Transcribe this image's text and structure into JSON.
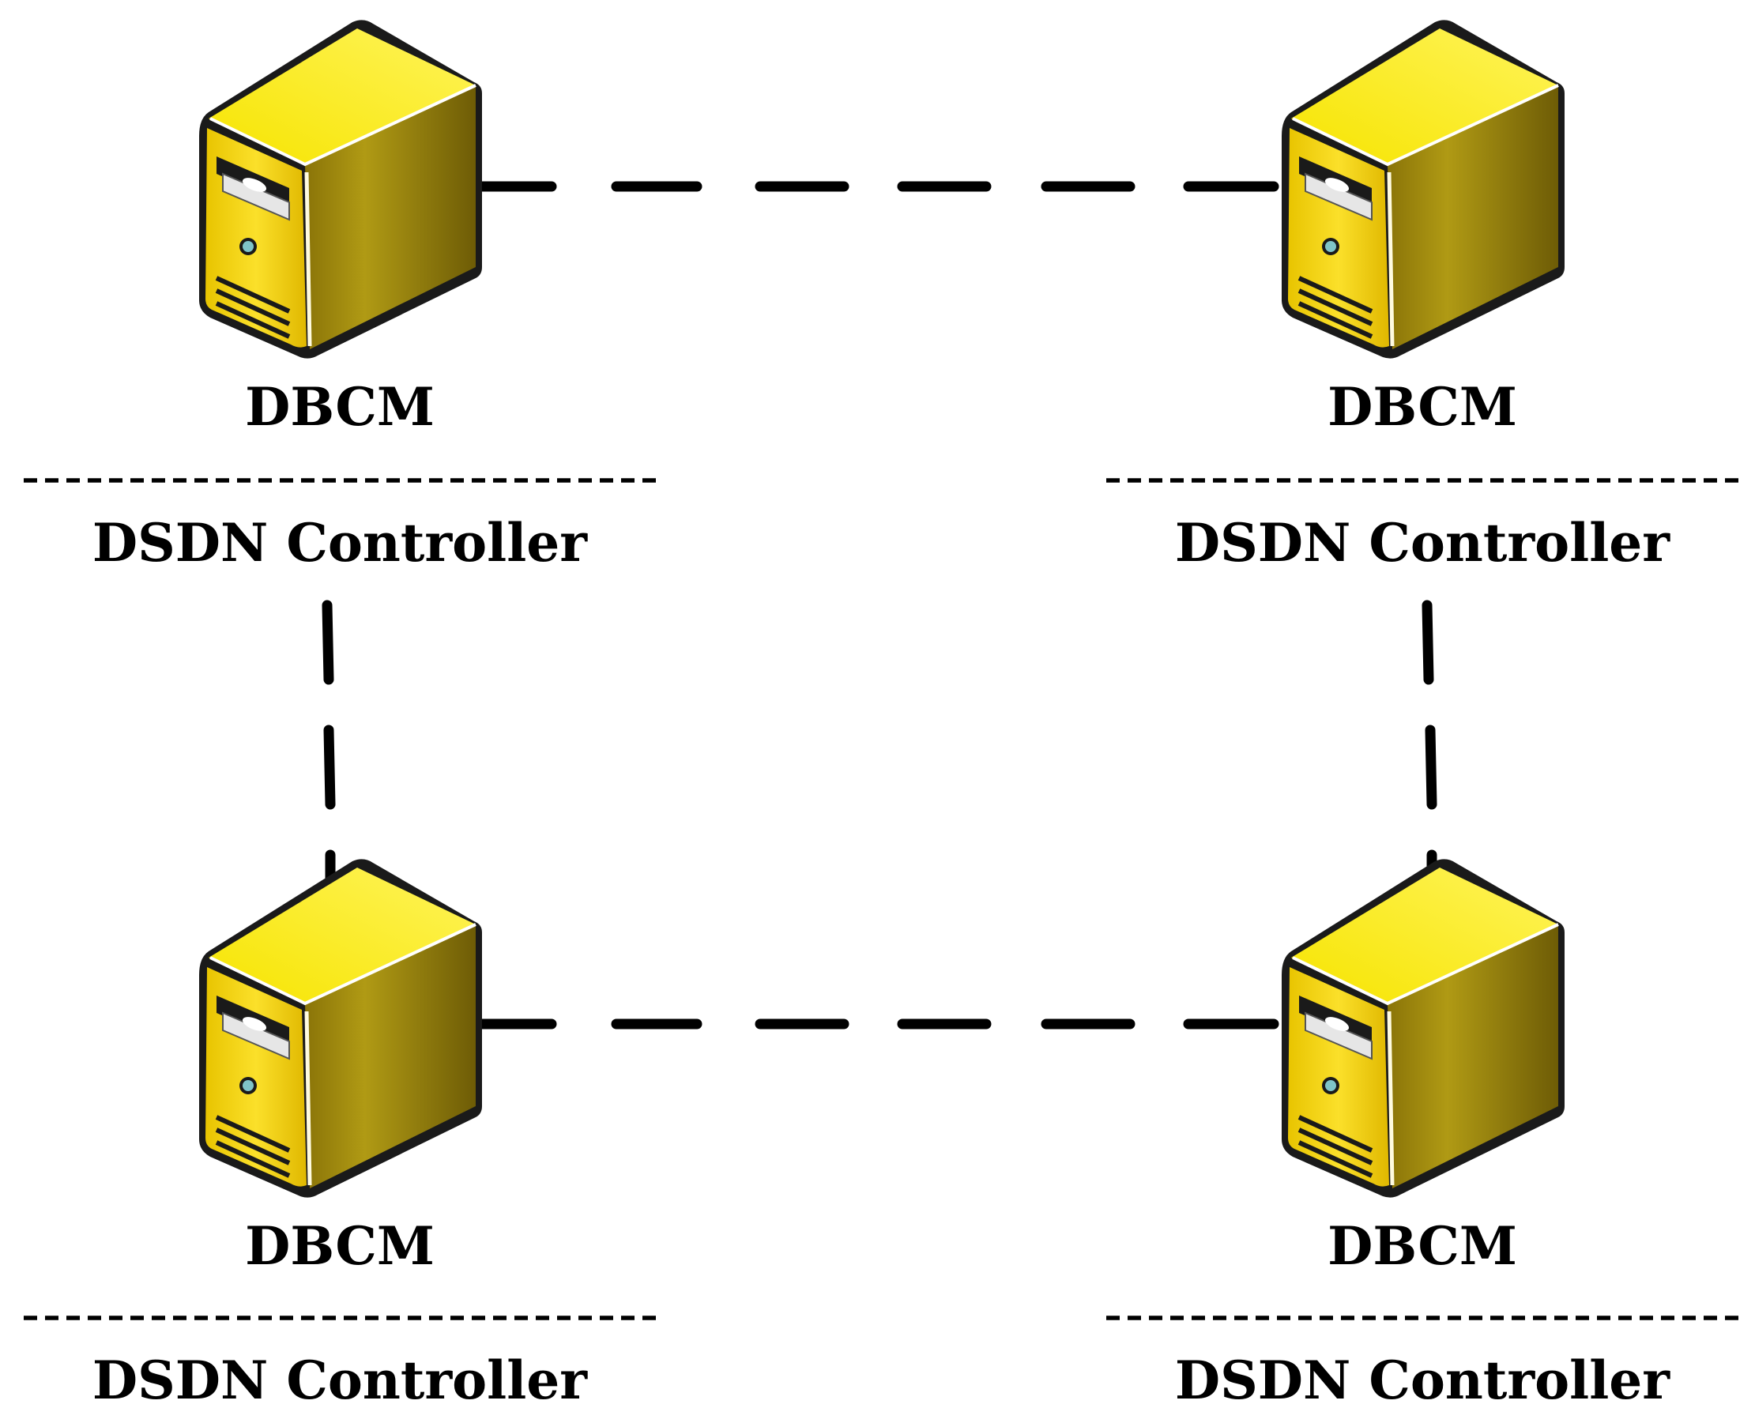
{
  "nodes": [
    {
      "id": "top-left",
      "dbcm_label": "DBCM",
      "controller_label": "DSDN Controller"
    },
    {
      "id": "top-right",
      "dbcm_label": "DBCM",
      "controller_label": "DSDN Controller"
    },
    {
      "id": "bottom-left",
      "dbcm_label": "DBCM",
      "controller_label": "DSDN Controller"
    },
    {
      "id": "bottom-right",
      "dbcm_label": "DBCM",
      "controller_label": "DSDN Controller"
    }
  ],
  "links": [
    {
      "from": "top-left",
      "to": "top-right",
      "style": "dashed"
    },
    {
      "from": "bottom-left",
      "to": "bottom-right",
      "style": "dashed"
    },
    {
      "from": "top-left",
      "to": "bottom-left",
      "style": "dashed"
    },
    {
      "from": "top-right",
      "to": "bottom-right",
      "style": "dashed"
    }
  ],
  "colors": {
    "server_front": "#F7D418",
    "server_top": "#FFF200",
    "server_side": "#A08A10",
    "outline": "#1A1A1A",
    "link": "#000000",
    "text": "#000000"
  },
  "icons": {
    "server": "server-tower-icon"
  }
}
